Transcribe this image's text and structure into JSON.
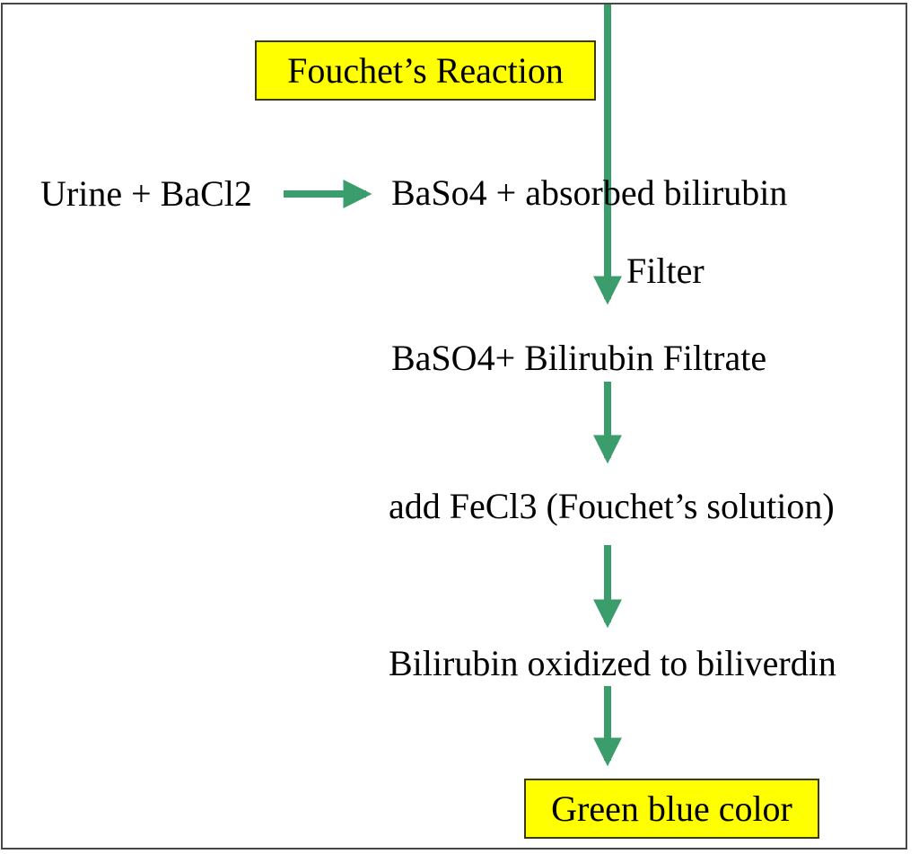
{
  "page": {
    "background": "#ffffff",
    "frame_color": "#474747"
  },
  "colors": {
    "arrow_green": "#3B9D6C",
    "box_fill": "#FFFF00",
    "box_border": "#3a3a08",
    "text_color": "#000000"
  },
  "diagram": {
    "title": "Fouchet’s Reaction",
    "reactants": "Urine + BaCl2",
    "step1": "BaSo4 + absorbed bilirubin",
    "arrow1_label": "Filter",
    "step2": "BaSO4+ Bilirubin Filtrate",
    "step3": "add FeCl3 (Fouchet’s solution)",
    "step4": "Bilirubin oxidized to biliverdin",
    "result": "Green blue color"
  }
}
